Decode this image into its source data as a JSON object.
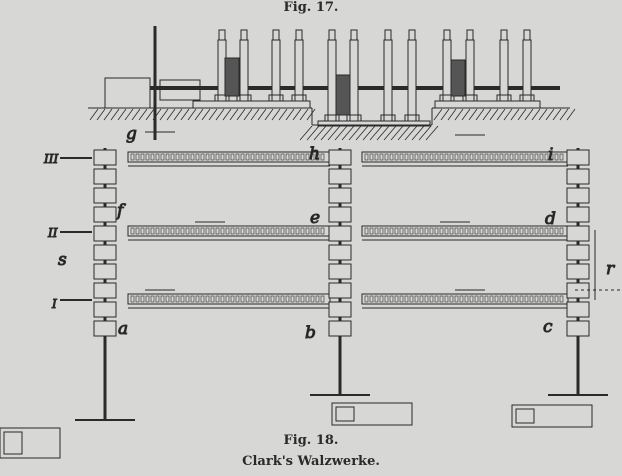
{
  "figure17": {
    "caption": "Fig. 17."
  },
  "figure18": {
    "caption": "Fig. 18.",
    "title": "Clark's Walzwerke.",
    "labels": {
      "g": "g",
      "h": "h",
      "i": "i",
      "f": "f",
      "e": "e",
      "d": "d",
      "a": "a",
      "b": "b",
      "c": "c",
      "s": "s",
      "r": "r"
    },
    "rows": {
      "III": "III",
      "II": "II",
      "I": "I"
    }
  },
  "colors": {
    "paper": "#d7d7d5",
    "ink": "#2a2a2a"
  }
}
